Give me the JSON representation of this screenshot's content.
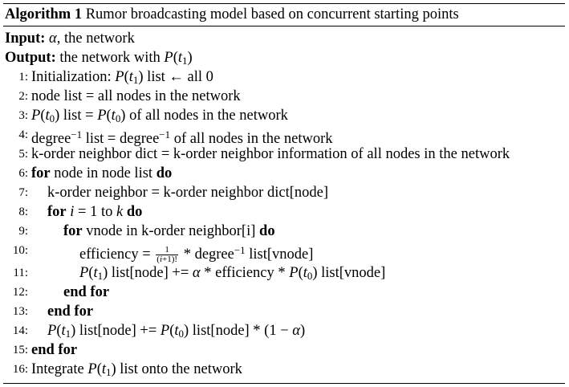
{
  "algorithm": {
    "label": "Algorithm 1",
    "title": "Rumor broadcasting model based on concurrent starting points",
    "input_label": "Input:",
    "input_text": "α, the network",
    "output_label": "Output:",
    "output_text": "the network with P(t1)",
    "steps": [
      {
        "num": "1:",
        "text": "Initialization: P(t1) list ← all 0"
      },
      {
        "num": "2:",
        "text": "node list = all nodes in the network"
      },
      {
        "num": "3:",
        "text": "P(t0) list = P(t0) of all nodes in the network"
      },
      {
        "num": "4:",
        "text": "degree⁻¹ list = degree⁻¹ of all nodes in the network"
      },
      {
        "num": "5:",
        "text": "k-order neighbor dict = k-order neighbor information of all nodes in the network"
      },
      {
        "num": "6:",
        "keyword": "for",
        "text": "node in node list",
        "keyword2": "do"
      },
      {
        "num": "7:",
        "text": "k-order neighbor = k-order neighbor dict[node]"
      },
      {
        "num": "8:",
        "keyword": "for",
        "text": "i = 1 to k",
        "keyword2": "do"
      },
      {
        "num": "9:",
        "keyword": "for",
        "text": "vnode in k-order neighbor[i]",
        "keyword2": "do"
      },
      {
        "num": "10:",
        "text": "efficiency = 1/(i+1)! * degree⁻¹ list[vnode]"
      },
      {
        "num": "11:",
        "text": "P(t1) list[node] += α * efficiency * P(t0) list[vnode]"
      },
      {
        "num": "12:",
        "keyword": "end for"
      },
      {
        "num": "13:",
        "keyword": "end for"
      },
      {
        "num": "14:",
        "text": "P(t1) list[node] += P(t0) list[node] * (1 − α)"
      },
      {
        "num": "15:",
        "keyword": "end for"
      },
      {
        "num": "16:",
        "text": "Integrate P(t1) list onto the network"
      }
    ]
  }
}
